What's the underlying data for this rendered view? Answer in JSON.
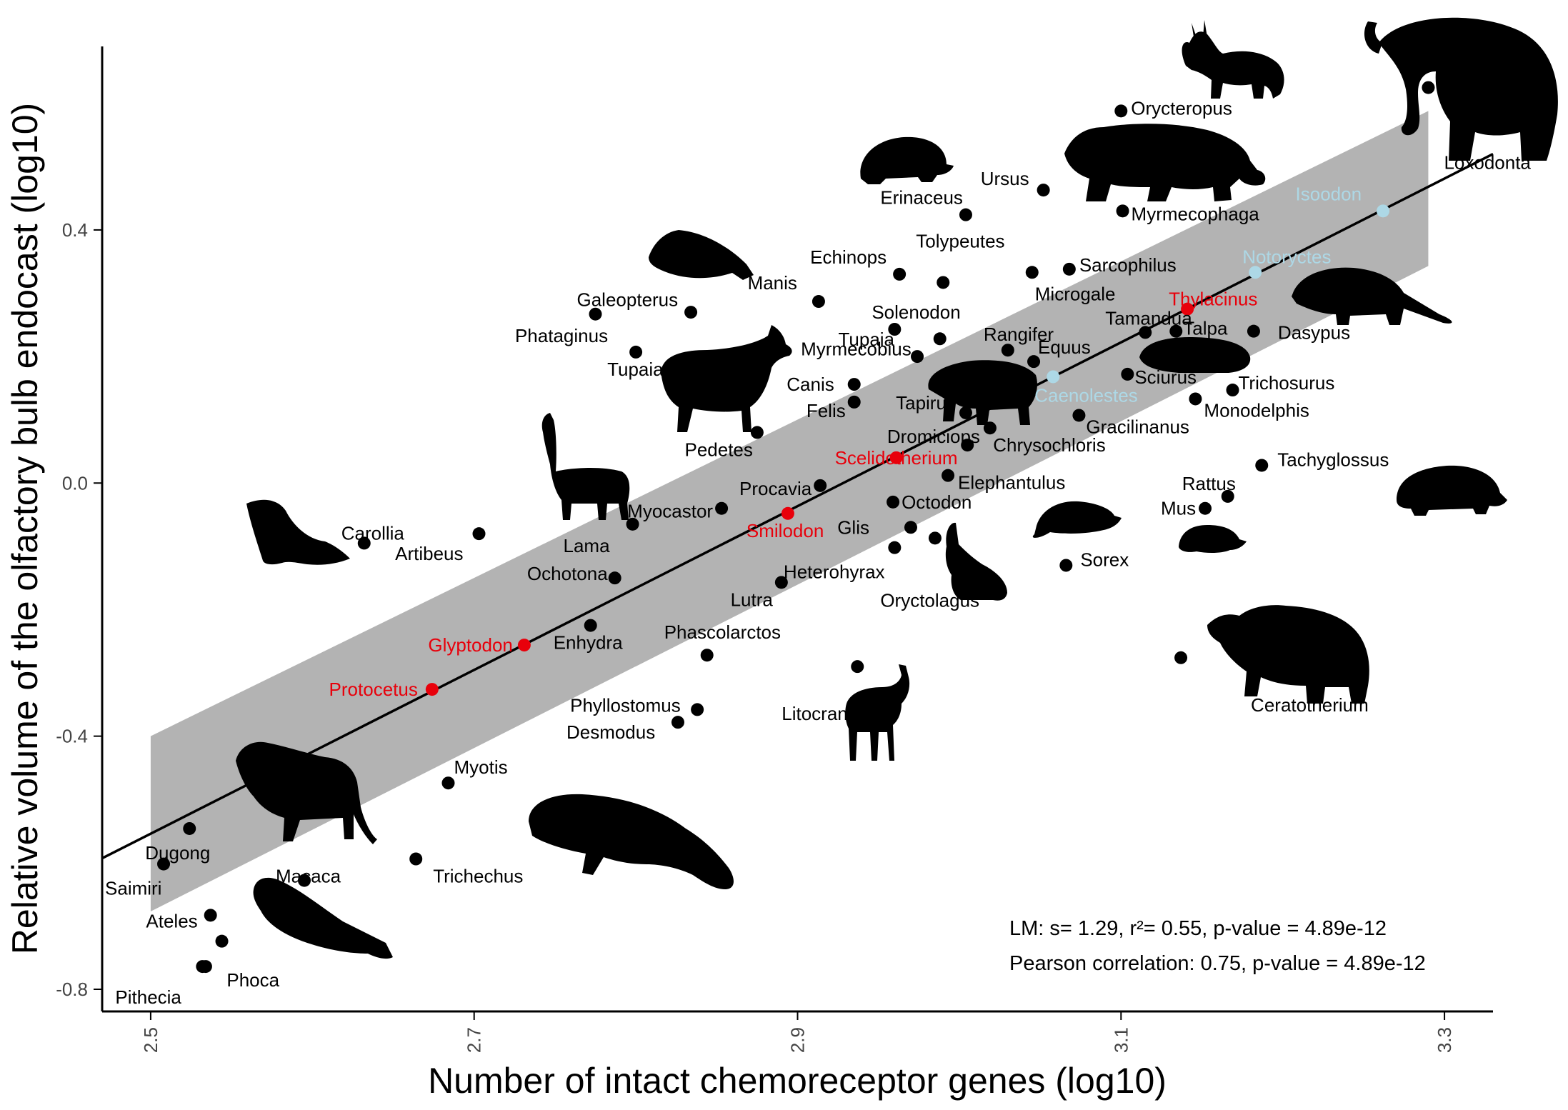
{
  "chart_data": {
    "type": "scatter",
    "title": "",
    "xlabel": "Number of intact chemoreceptor genes (log10)",
    "ylabel": "Relative volume of the olfactory bulb endocast (log10)",
    "xlim": [
      2.47,
      3.33
    ],
    "ylim": [
      -0.835,
      0.69
    ],
    "xticks": [
      2.5,
      2.7,
      2.9,
      3.1,
      3.3
    ],
    "xtick_labels": [
      "2.5",
      "2.7",
      "2.9",
      "3.1",
      "3.3"
    ],
    "yticks": [
      -0.8,
      -0.4,
      0.0,
      0.4
    ],
    "ytick_labels": [
      "-0.8",
      "-0.4",
      "0.0",
      "0.4"
    ],
    "grid": false,
    "legend": null,
    "colors": {
      "extant": "#000000",
      "extinct": "#e8000b",
      "marsupial_light": "#add8e6",
      "band": "#b3b3b3",
      "line": "#000000"
    },
    "regression": {
      "x": [
        2.47,
        3.33
      ],
      "y": [
        -0.593,
        0.52
      ]
    },
    "confidence_band": {
      "x": [
        2.5,
        3.29
      ],
      "upper": [
        -0.4,
        0.588
      ],
      "lower": [
        -0.677,
        0.343
      ]
    },
    "annotations": [
      "LM: s= 1.29, r²= 0.55, p-value = 4.89e-12",
      "Pearson correlation: 0.75, p-value = 4.89e-12"
    ],
    "points": [
      {
        "label": "Loxodonta",
        "x": 3.29,
        "y": 0.625,
        "color": "black"
      },
      {
        "label": "Orycteropus",
        "x": 3.1,
        "y": 0.588,
        "color": "black"
      },
      {
        "label": "Ursus",
        "x": 3.052,
        "y": 0.463,
        "color": "black"
      },
      {
        "label": "Myrmecophaga",
        "x": 3.101,
        "y": 0.43,
        "color": "black"
      },
      {
        "label": "Erinaceus",
        "x": 3.004,
        "y": 0.424,
        "color": "black"
      },
      {
        "label": "Isoodon",
        "x": 3.262,
        "y": 0.43,
        "color": "lightblue"
      },
      {
        "label": "Notoryctes",
        "x": 3.183,
        "y": 0.333,
        "color": "lightblue"
      },
      {
        "label": "Echinops",
        "x": 2.963,
        "y": 0.33,
        "color": "black"
      },
      {
        "label": "Tolypeutes",
        "x": 2.99,
        "y": 0.317,
        "color": "black"
      },
      {
        "label": "Microgale",
        "x": 3.045,
        "y": 0.333,
        "color": "black"
      },
      {
        "label": "Sarcophilus",
        "x": 3.068,
        "y": 0.338,
        "color": "black"
      },
      {
        "label": "Thylacinus",
        "x": 3.141,
        "y": 0.275,
        "color": "red"
      },
      {
        "label": "Manis",
        "x": 2.913,
        "y": 0.287,
        "color": "black"
      },
      {
        "label": "Galeopterus",
        "x": 2.775,
        "y": 0.267,
        "color": "black"
      },
      {
        "label": "Phataginus",
        "x": 2.834,
        "y": 0.27,
        "color": "black"
      },
      {
        "label": "Solenodon",
        "x": 2.96,
        "y": 0.243,
        "color": "black"
      },
      {
        "label": "Myrmecobius",
        "x": 2.988,
        "y": 0.228,
        "color": "black"
      },
      {
        "label": "Tamandua",
        "x": 3.115,
        "y": 0.238,
        "color": "black"
      },
      {
        "label": "Talpa",
        "x": 3.134,
        "y": 0.24,
        "color": "black"
      },
      {
        "label": "Dasypus",
        "x": 3.182,
        "y": 0.24,
        "color": "black"
      },
      {
        "label": "Rangifer",
        "x": 3.03,
        "y": 0.21,
        "color": "black"
      },
      {
        "label": "Equus",
        "x": 3.046,
        "y": 0.192,
        "color": "black"
      },
      {
        "label": "Tupaia",
        "x": 2.8,
        "y": 0.207,
        "color": "black"
      },
      {
        "label": "Tupaia",
        "x": 2.974,
        "y": 0.2,
        "color": "black"
      },
      {
        "label": "Canis",
        "x": 2.935,
        "y": 0.156,
        "color": "black"
      },
      {
        "label": "Felis",
        "x": 2.935,
        "y": 0.128,
        "color": "black"
      },
      {
        "label": "Caenolestes",
        "x": 3.058,
        "y": 0.168,
        "color": "lightblue"
      },
      {
        "label": "Sciurus",
        "x": 3.104,
        "y": 0.172,
        "color": "black"
      },
      {
        "label": "Trichosurus",
        "x": 3.169,
        "y": 0.147,
        "color": "black"
      },
      {
        "label": "Monodelphis",
        "x": 3.146,
        "y": 0.133,
        "color": "black"
      },
      {
        "label": "Tapirus",
        "x": 3.004,
        "y": 0.111,
        "color": "black"
      },
      {
        "label": "Gracilinanus",
        "x": 3.074,
        "y": 0.107,
        "color": "black"
      },
      {
        "label": "Dromiciops",
        "x": 3.019,
        "y": 0.087,
        "color": "black"
      },
      {
        "label": "Chrysochloris",
        "x": 3.005,
        "y": 0.06,
        "color": "black"
      },
      {
        "label": "Pedetes",
        "x": 2.875,
        "y": 0.08,
        "color": "black"
      },
      {
        "label": "Scelidotherium",
        "x": 2.961,
        "y": 0.04,
        "color": "red"
      },
      {
        "label": "Elephantulus",
        "x": 2.993,
        "y": 0.012,
        "color": "black"
      },
      {
        "label": "Tachyglossus",
        "x": 3.187,
        "y": 0.028,
        "color": "black"
      },
      {
        "label": "Procavia",
        "x": 2.914,
        "y": -0.004,
        "color": "black"
      },
      {
        "label": "Myocastor",
        "x": 2.853,
        "y": -0.04,
        "color": "black"
      },
      {
        "label": "Octodon",
        "x": 2.959,
        "y": -0.03,
        "color": "black"
      },
      {
        "label": "Smilodon",
        "x": 2.894,
        "y": -0.048,
        "color": "red"
      },
      {
        "label": "Rattus",
        "x": 3.166,
        "y": -0.021,
        "color": "black"
      },
      {
        "label": "Mus",
        "x": 3.152,
        "y": -0.04,
        "color": "black"
      },
      {
        "label": "Lama",
        "x": 2.798,
        "y": -0.065,
        "color": "black"
      },
      {
        "label": "Glis",
        "x": 2.97,
        "y": -0.07,
        "color": "black"
      },
      {
        "label": "Heterohyrax",
        "x": 2.985,
        "y": -0.087,
        "color": "black"
      },
      {
        "label": "Oryctolagus",
        "x": 2.96,
        "y": -0.102,
        "color": "black"
      },
      {
        "label": "Artibeus",
        "x": 2.703,
        "y": -0.08,
        "color": "black"
      },
      {
        "label": "Carollia",
        "x": 2.632,
        "y": -0.095,
        "color": "black"
      },
      {
        "label": "Sorex",
        "x": 3.066,
        "y": -0.13,
        "color": "black"
      },
      {
        "label": "Ochotona",
        "x": 2.787,
        "y": -0.15,
        "color": "black"
      },
      {
        "label": "Lutra",
        "x": 2.89,
        "y": -0.157,
        "color": "black"
      },
      {
        "label": "Enhydra",
        "x": 2.772,
        "y": -0.225,
        "color": "black"
      },
      {
        "label": "Glyptodon",
        "x": 2.731,
        "y": -0.256,
        "color": "red"
      },
      {
        "label": "Phascolarctos",
        "x": 2.844,
        "y": -0.272,
        "color": "black"
      },
      {
        "label": "Ceratotherium",
        "x": 3.137,
        "y": -0.276,
        "color": "black"
      },
      {
        "label": "Litocranius",
        "x": 2.937,
        "y": -0.29,
        "color": "black"
      },
      {
        "label": "Protocetus",
        "x": 2.674,
        "y": -0.326,
        "color": "red"
      },
      {
        "label": "Phyllostomus",
        "x": 2.838,
        "y": -0.358,
        "color": "black"
      },
      {
        "label": "Desmodus",
        "x": 2.826,
        "y": -0.378,
        "color": "black"
      },
      {
        "label": "Myotis",
        "x": 2.684,
        "y": -0.474,
        "color": "black"
      },
      {
        "label": "Dugong",
        "x": 2.524,
        "y": -0.546,
        "color": "black"
      },
      {
        "label": "Saimiri",
        "x": 2.508,
        "y": -0.602,
        "color": "black"
      },
      {
        "label": "Trichechus",
        "x": 2.664,
        "y": -0.594,
        "color": "black"
      },
      {
        "label": "Macaca",
        "x": 2.595,
        "y": -0.628,
        "color": "black"
      },
      {
        "label": "Ateles",
        "x": 2.537,
        "y": -0.683,
        "color": "black"
      },
      {
        "label": "",
        "x": 2.544,
        "y": -0.724,
        "color": "black"
      },
      {
        "label": "Phoca",
        "x": 2.532,
        "y": -0.764,
        "color": "black"
      },
      {
        "label": "Pithecia",
        "x": 2.534,
        "y": -0.764,
        "color": "black"
      }
    ]
  }
}
